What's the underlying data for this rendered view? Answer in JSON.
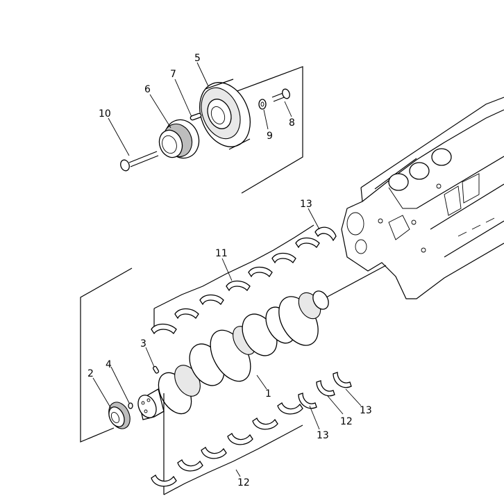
{
  "diagram": {
    "callouts": {
      "c1": "1",
      "c2": "2",
      "c3": "3",
      "c4": "4",
      "c5": "5",
      "c6": "6",
      "c7": "7",
      "c8": "8",
      "c9": "9",
      "c10": "10",
      "c11": "11",
      "c12a": "12",
      "c12b": "12",
      "c13a": "13",
      "c13b": "13",
      "c13c": "13"
    }
  }
}
